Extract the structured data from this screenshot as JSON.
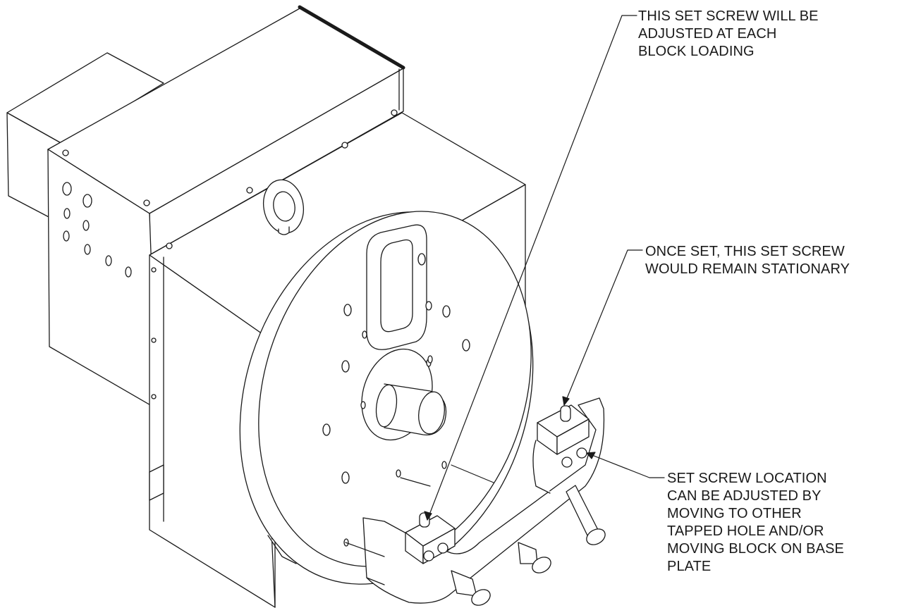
{
  "callouts": {
    "top": {
      "lines": [
        "THIS SET SCREW WILL BE",
        "ADJUSTED AT EACH",
        "BLOCK LOADING"
      ]
    },
    "middle": {
      "lines": [
        "ONCE SET, THIS SET SCREW",
        "WOULD REMAIN STATIONARY"
      ]
    },
    "bottom": {
      "lines": [
        "SET SCREW LOCATION",
        "CAN BE ADJUSTED BY",
        "MOVING TO OTHER",
        "TAPPED HOLE AND/OR",
        "MOVING BLOCK ON BASE",
        "PLATE"
      ]
    }
  }
}
